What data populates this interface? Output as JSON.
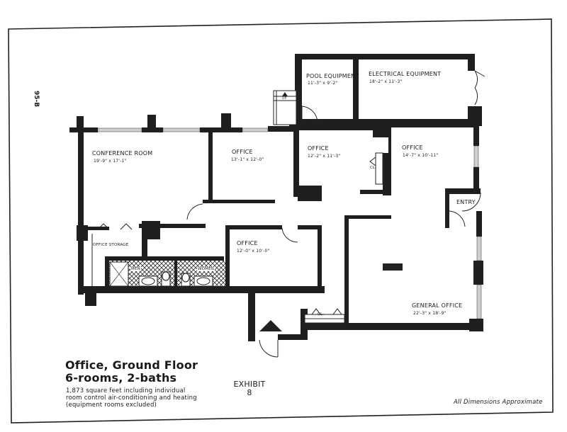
{
  "page": {
    "page_number": "95-B",
    "exhibit_label": "EXHIBIT",
    "exhibit_number": "8",
    "note": "All Dimensions Approximate"
  },
  "title": {
    "line1": "Office, Ground Floor",
    "line2": "6-rooms, 2-baths",
    "description": [
      "1,873 square feet including individual",
      "room control air-conditioning and heating",
      "(equipment rooms excluded)"
    ]
  },
  "rooms": [
    {
      "id": "pool-equipment",
      "name": "POOL EQUIPMENT",
      "dimensions": "11'-3\" x 9'-2\""
    },
    {
      "id": "electrical-equipment",
      "name": "ELECTRICAL EQUIPMENT",
      "dimensions": "18'-2\" x 11'-3\""
    },
    {
      "id": "conference-room",
      "name": "CONFERENCE ROOM",
      "dimensions": "19'-9\" x 17'-1\""
    },
    {
      "id": "office-1",
      "name": "OFFICE",
      "dimensions": "13'-1\" x 12'-0\""
    },
    {
      "id": "office-2",
      "name": "OFFICE",
      "dimensions": "12'-2\" x 11'-3\""
    },
    {
      "id": "office-3",
      "name": "OFFICE",
      "dimensions": "14'-7\" x 10'-11\""
    },
    {
      "id": "entry",
      "name": "ENTRY",
      "dimensions": ""
    },
    {
      "id": "office-storage",
      "name": "OFFICE STORAGE",
      "dimensions": ""
    },
    {
      "id": "office-4",
      "name": "OFFICE",
      "dimensions": "12'-0\" x 10'-0\""
    },
    {
      "id": "general-office",
      "name": "GENERAL OFFICE",
      "dimensions": "22'-3\" x 18'-9\""
    }
  ],
  "fixtures": {
    "mens_room": "MEN",
    "womens_room": "WOMEN",
    "closet_1": "CL.",
    "closet_2": "CL.",
    "stair_label": "UP"
  },
  "colors": {
    "wall": "#1f1f1f",
    "paper": "#ffffff",
    "window": "#cfcfcf"
  }
}
